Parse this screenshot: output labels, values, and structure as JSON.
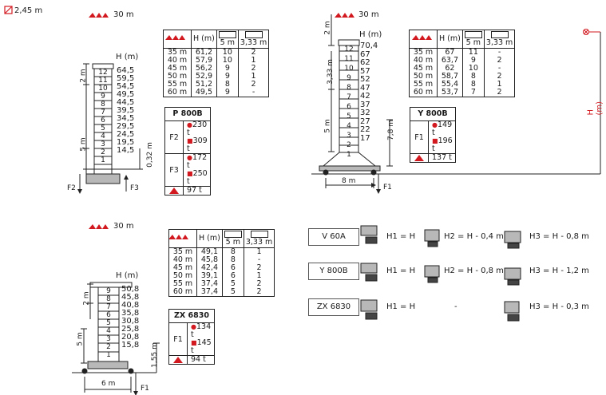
{
  "top_note": "2,45 m",
  "units": {
    "h": "H (m)",
    "wind_30": "30 m",
    "h_right": "H (m)"
  },
  "dims": {
    "two_m": "2 m",
    "five_m": "5 m",
    "three33": "3,33 m",
    "d032": "0,32 m",
    "d78": "7,8 m",
    "d155": "1,55 m",
    "w8": "8 m",
    "w6": "6 m"
  },
  "forces": {
    "f2": "F2",
    "f3": "F3",
    "f1": "F1"
  },
  "tables": [
    {
      "head": [
        "H (m)",
        "5 m",
        "3,33 m"
      ],
      "rows": [
        [
          "35 m",
          "61,2",
          "10",
          "2"
        ],
        [
          "40 m",
          "57,9",
          "10",
          "1"
        ],
        [
          "45 m",
          "56,2",
          "9",
          "2"
        ],
        [
          "50 m",
          "52,9",
          "9",
          "1"
        ],
        [
          "55 m",
          "51,2",
          "8",
          "2"
        ],
        [
          "60 m",
          "49,5",
          "9",
          "-"
        ]
      ]
    },
    {
      "head": [
        "H (m)",
        "5 m",
        "3,33 m"
      ],
      "rows": [
        [
          "35 m",
          "67",
          "11",
          "-"
        ],
        [
          "40 m",
          "63,7",
          "9",
          "2"
        ],
        [
          "45 m",
          "62",
          "10",
          "-"
        ],
        [
          "50 m",
          "58,7",
          "8",
          "2"
        ],
        [
          "55 m",
          "55,4",
          "8",
          "1"
        ],
        [
          "60 m",
          "53,7",
          "7",
          "2"
        ]
      ]
    },
    {
      "head": [
        "H (m)",
        "5 m",
        "3,33 m"
      ],
      "rows": [
        [
          "35 m",
          "49,1",
          "8",
          "1"
        ],
        [
          "40 m",
          "45,8",
          "8",
          "-"
        ],
        [
          "45 m",
          "42,4",
          "6",
          "2"
        ],
        [
          "50 m",
          "39,1",
          "6",
          "1"
        ],
        [
          "55 m",
          "37,4",
          "5",
          "2"
        ],
        [
          "60 m",
          "37,4",
          "5",
          "2"
        ]
      ]
    }
  ],
  "tags": [
    {
      "title": "P 800B",
      "rows": [
        {
          "k": "F2",
          "v": [
            "230 t",
            "309 t"
          ]
        },
        {
          "k": "F3",
          "v": [
            "172 t",
            "250 t"
          ]
        },
        {
          "k": "icon",
          "v": [
            "97 t"
          ]
        }
      ]
    },
    {
      "title": "Y 800B",
      "rows": [
        {
          "k": "F1",
          "v": [
            "149 t",
            "196 t"
          ]
        },
        {
          "k": "icon",
          "v": [
            "137 t"
          ]
        }
      ]
    },
    {
      "title": "ZX 6830",
      "rows": [
        {
          "k": "F1",
          "v": [
            "134 t",
            "145 t"
          ]
        },
        {
          "k": "icon",
          "v": [
            "94 t"
          ]
        }
      ]
    }
  ],
  "towers": [
    {
      "sections": [
        "12",
        "11",
        "10",
        "9",
        "8",
        "7",
        "6",
        "5",
        "4",
        "3",
        "2",
        "1"
      ],
      "heights": [
        "64,5",
        "59,5",
        "54,5",
        "49,5",
        "44,5",
        "39,5",
        "34,5",
        "29,5",
        "24,5",
        "19,5",
        "14,5"
      ]
    },
    {
      "sections": [
        "12",
        "11",
        "10",
        "9",
        "8",
        "7",
        "6",
        "5",
        "4",
        "3",
        "2",
        "1"
      ],
      "heights": [
        "70,4",
        "67",
        "62",
        "57",
        "52",
        "47",
        "42",
        "37",
        "32",
        "27",
        "22",
        "17"
      ]
    },
    {
      "sections": [
        "9",
        "8",
        "7",
        "6",
        "5",
        "4",
        "3",
        "2",
        "1"
      ],
      "heights": [
        "50,8",
        "45,8",
        "40,8",
        "35,8",
        "30,8",
        "25,8",
        "20,8",
        "15,8"
      ]
    }
  ],
  "models": [
    {
      "name": "V 60A",
      "h1": "H1 = H",
      "h2": "H2 = H - 0,4 m",
      "h3": "H3 = H - 0,8 m"
    },
    {
      "name": "Y 800B",
      "h1": "H1 = H",
      "h2": "H2 = H - 0,8 m",
      "h3": "H3 = H - 1,2 m"
    },
    {
      "name": "ZX 6830",
      "h1": "H1 = H",
      "h2": "-",
      "h3": "H3 = H - 0,3 m"
    }
  ],
  "colors": {
    "accent": "#d21920",
    "line": "#222222",
    "base": "#b8b8b8"
  }
}
